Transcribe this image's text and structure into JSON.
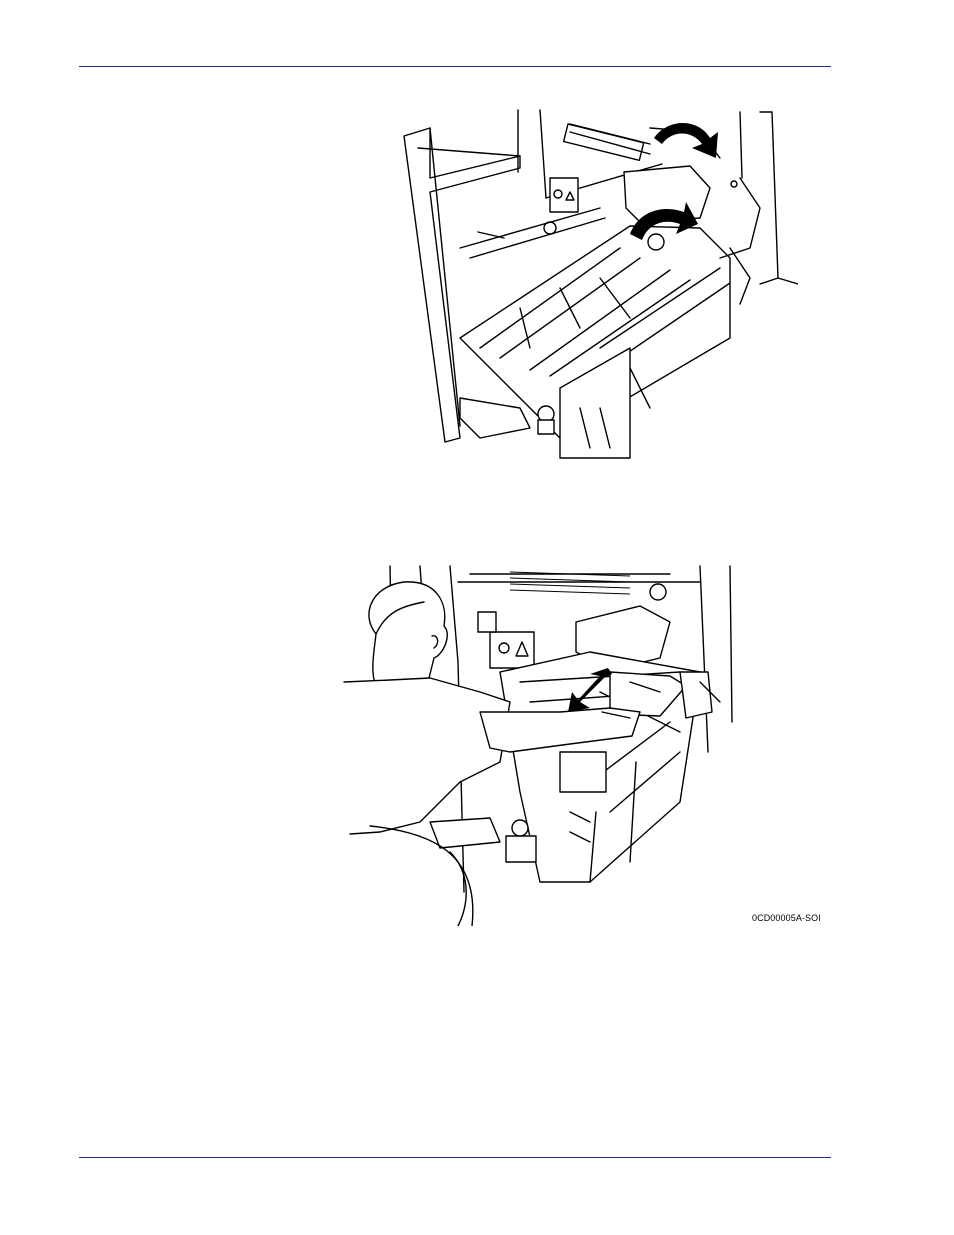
{
  "header": {
    "rule_color": "#1f2f8f"
  },
  "figures": {
    "figure1": {
      "icon": "printer-tray-open-arrows-illustration"
    },
    "figure2": {
      "icon": "person-removing-part-illustration",
      "code": "0CD00005A-SOI"
    }
  },
  "footer": {
    "rule_color": "#1f2f8f"
  }
}
